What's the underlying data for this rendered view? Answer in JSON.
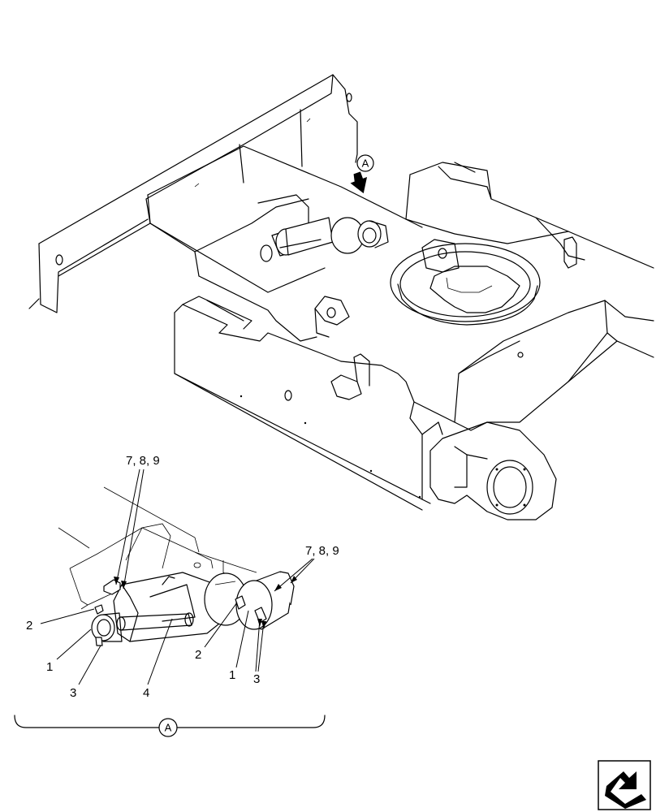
{
  "main_view": {
    "view_marker": "A"
  },
  "detail_view": {
    "callouts": {
      "top_left_group": "7, 8, 9",
      "top_right_group": "7, 8, 9",
      "left_2": "2",
      "left_1": "1",
      "left_3": "3",
      "center_4": "4",
      "mid_2": "2",
      "mid_1": "1",
      "mid_3": "3"
    },
    "view_label": "A"
  },
  "nav_icon": "navigation-arrow-icon"
}
